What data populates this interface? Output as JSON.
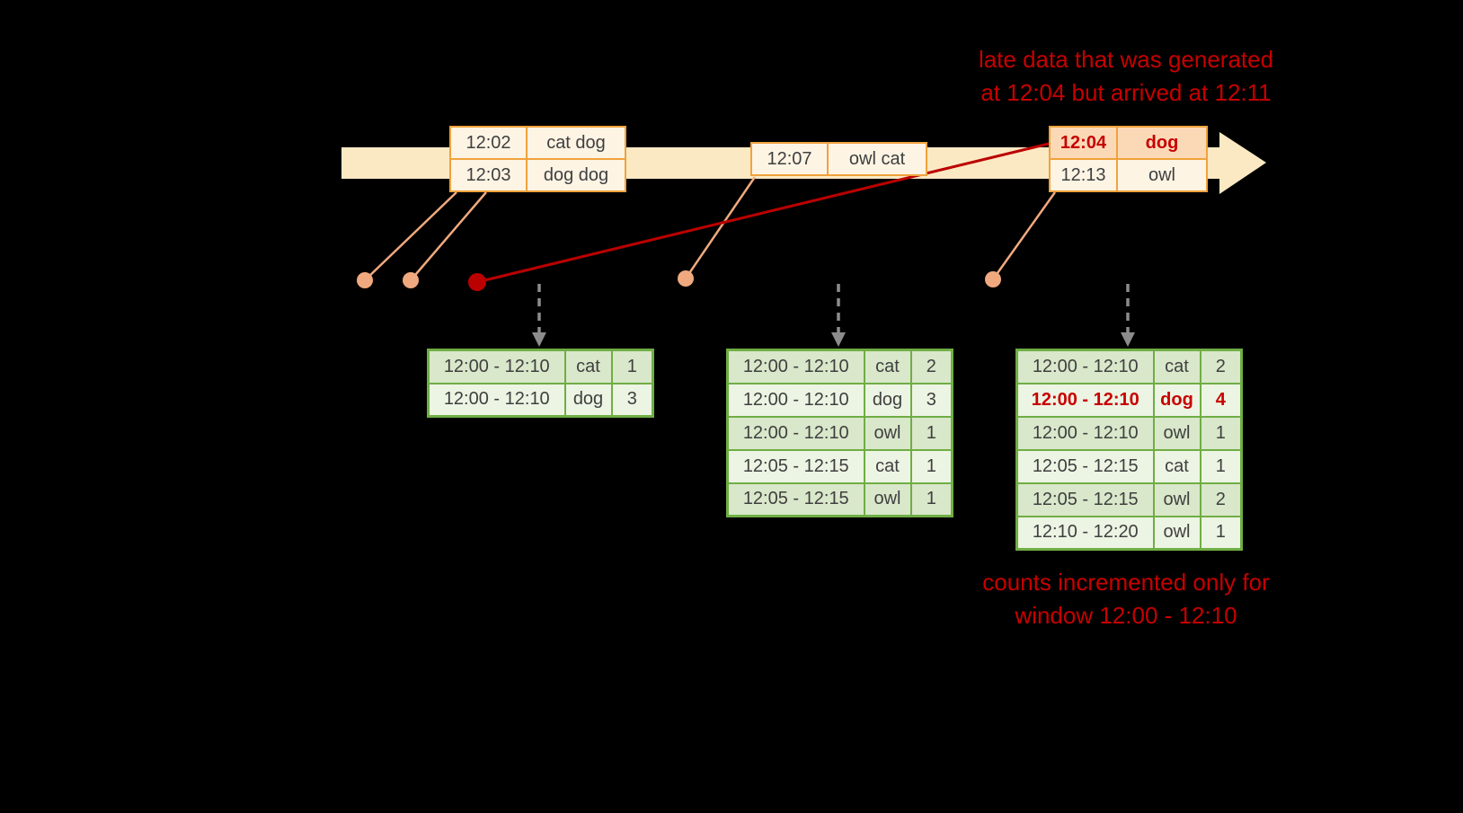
{
  "annotations": {
    "late_data_note": [
      "late data that was generated",
      "at 12:04 but arrived at 12:11"
    ],
    "counts_note": [
      "counts incremented only for",
      "window 12:00 - 12:10"
    ]
  },
  "timeline": {
    "event_groups": [
      {
        "name": "events-12-02",
        "rows": [
          {
            "time": "12:02",
            "words": "cat dog"
          },
          {
            "time": "12:03",
            "words": "dog dog"
          }
        ]
      },
      {
        "name": "events-12-07",
        "rows": [
          {
            "time": "12:07",
            "words": "owl cat"
          }
        ]
      },
      {
        "name": "events-late",
        "rows": [
          {
            "time": "12:04",
            "words": "dog",
            "late": true
          },
          {
            "time": "12:13",
            "words": "owl"
          }
        ]
      }
    ]
  },
  "result_tables": [
    {
      "name": "result-table-1",
      "rows": [
        {
          "window": "12:00 - 12:10",
          "word": "cat",
          "count": "1"
        },
        {
          "window": "12:00 - 12:10",
          "word": "dog",
          "count": "3"
        }
      ]
    },
    {
      "name": "result-table-2",
      "rows": [
        {
          "window": "12:00 - 12:10",
          "word": "cat",
          "count": "2"
        },
        {
          "window": "12:00 - 12:10",
          "word": "dog",
          "count": "3"
        },
        {
          "window": "12:00 - 12:10",
          "word": "owl",
          "count": "1"
        },
        {
          "window": "12:05 - 12:15",
          "word": "cat",
          "count": "1"
        },
        {
          "window": "12:05 - 12:15",
          "word": "owl",
          "count": "1"
        }
      ]
    },
    {
      "name": "result-table-3",
      "rows": [
        {
          "window": "12:00 - 12:10",
          "word": "cat",
          "count": "2"
        },
        {
          "window": "12:00 - 12:10",
          "word": "dog",
          "count": "4",
          "highlight": true
        },
        {
          "window": "12:00 - 12:10",
          "word": "owl",
          "count": "1"
        },
        {
          "window": "12:05 - 12:15",
          "word": "cat",
          "count": "1"
        },
        {
          "window": "12:05 - 12:15",
          "word": "owl",
          "count": "2"
        },
        {
          "window": "12:10 - 12:20",
          "word": "owl",
          "count": "1"
        }
      ]
    }
  ],
  "colors": {
    "background": "#000000",
    "annotation_red": "#c70000",
    "timeline_fill": "#fbe9c3",
    "event_border": "#f0a23c",
    "event_fill": "#fdf4e4",
    "late_row_fill": "#fbd9b7",
    "connector": "#f0a97e",
    "late_line": "#bb0000",
    "arrow_gray": "#8c8c8c",
    "table_border": "#6fae44",
    "row_fill_dark": "#d9e7ca",
    "row_fill_light": "#ecf4e3",
    "cell_text": "#3f3f3f"
  }
}
